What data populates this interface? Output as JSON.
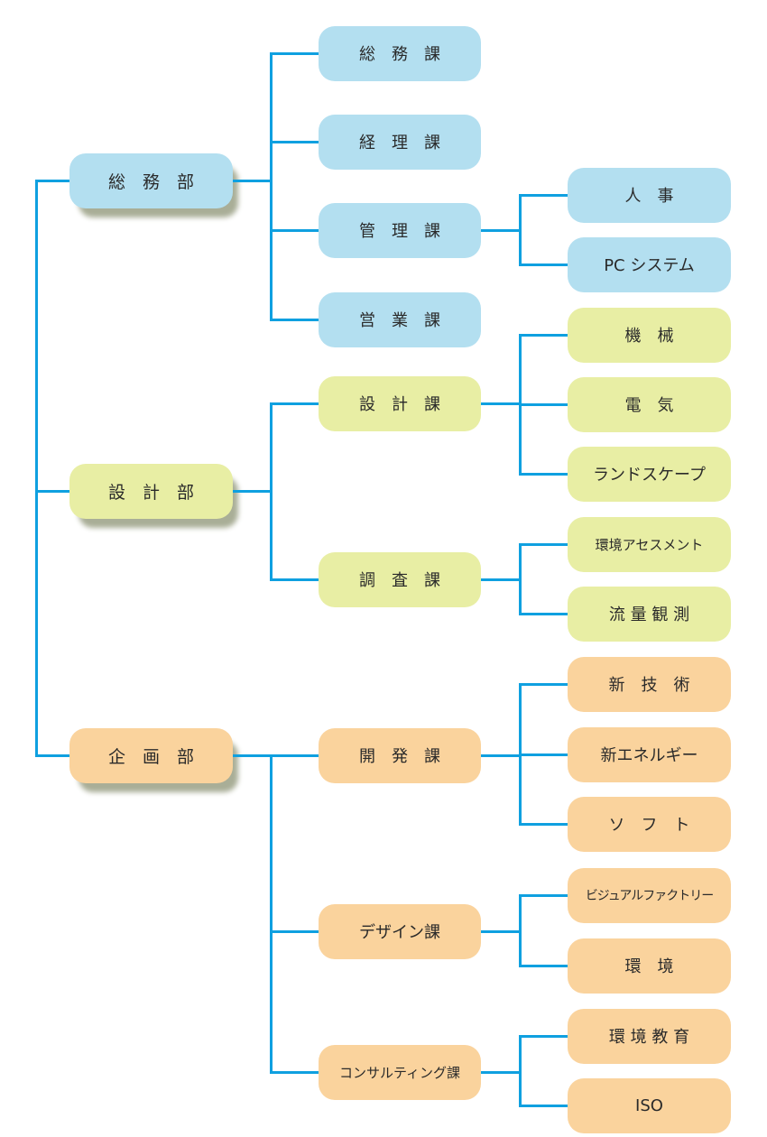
{
  "colors": {
    "line": "#0fa0e0",
    "dept_blue": "#b3dff0",
    "dept_green": "#e8eea4",
    "dept_orange": "#fad39d",
    "text": "#2a2a2a"
  },
  "org": [
    {
      "label": "総　務　部",
      "color": "dept_blue",
      "sections": [
        {
          "label": "総　務　課",
          "units": []
        },
        {
          "label": "経　理　課",
          "units": []
        },
        {
          "label": "管　理　課",
          "units": [
            "人　事",
            "PC システム"
          ]
        },
        {
          "label": "営　業　課",
          "units": []
        }
      ]
    },
    {
      "label": "設　計　部",
      "color": "dept_green",
      "sections": [
        {
          "label": "設　計　課",
          "units": [
            "機　械",
            "電　気",
            "ランドスケープ"
          ]
        },
        {
          "label": "調　査　課",
          "units": [
            "環境アセスメント",
            "流 量 観 測"
          ]
        }
      ]
    },
    {
      "label": "企　画　部",
      "color": "dept_orange",
      "sections": [
        {
          "label": "開　発　課",
          "units": [
            "新　技　術",
            "新エネルギー",
            "ソ　フ　ト"
          ]
        },
        {
          "label": "デザイン課",
          "units": [
            "ビジュアルファクトリー",
            "環　境"
          ]
        },
        {
          "label": "コンサルティング課",
          "units": [
            "環 境 教 育",
            "ISO"
          ]
        }
      ]
    }
  ]
}
